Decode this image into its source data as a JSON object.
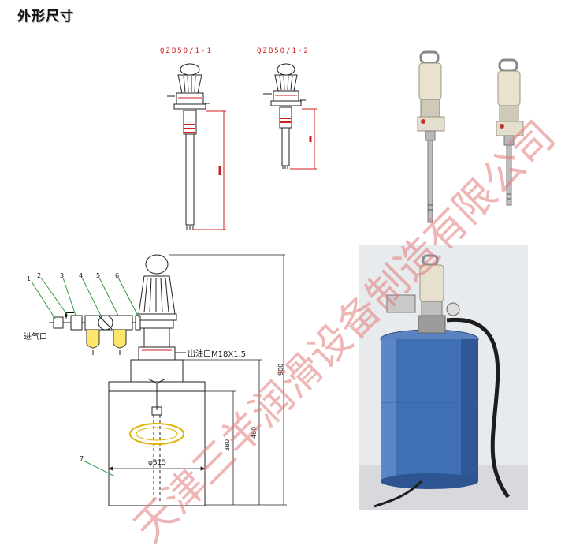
{
  "heading": "外形尺寸",
  "models": {
    "left": "QZB50/1-1",
    "right": "QZB50/1-2"
  },
  "callouts": [
    "1",
    "2",
    "3",
    "4",
    "5",
    "6",
    "7"
  ],
  "labels": {
    "air_inlet": "进气口",
    "oil_outlet": "出油口M18X1.5",
    "diameter": "φ315",
    "dim_900": "900",
    "dim_460": "460",
    "dim_380": "380"
  },
  "watermark": "天津三羊润滑设备制造有限公司",
  "colors": {
    "accent_red": "#d21d1d",
    "watermark": "#e37b7b",
    "drum_blue": "#3f6fb5",
    "callout_green": "#2f9a3a"
  }
}
